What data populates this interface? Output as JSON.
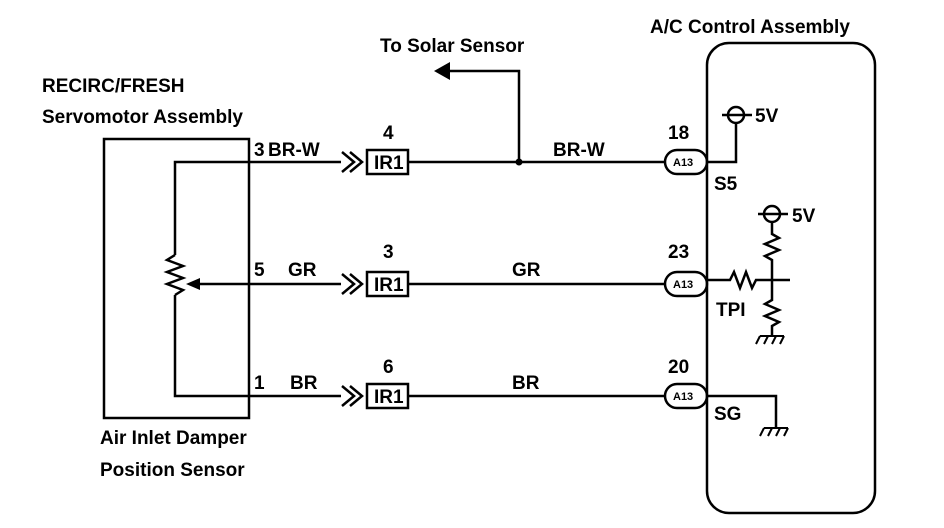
{
  "labels": {
    "solar_sensor": "To Solar Sensor",
    "control_assembly": "A/C Control Assembly",
    "servo_line1": "RECIRC/FRESH",
    "servo_line2": "Servomotor Assembly",
    "sensor_line1": "Air Inlet Damper",
    "sensor_line2": "Position Sensor"
  },
  "wires": [
    {
      "servo_pin": "3",
      "servo_color": "BR-W",
      "conn_pin": "4",
      "conn": "IR1",
      "color": "BR-W",
      "ecu_pin": "18",
      "ecu_conn": "A13",
      "signal": "S5"
    },
    {
      "servo_pin": "5",
      "servo_color": "GR",
      "conn_pin": "3",
      "conn": "IR1",
      "color": "GR",
      "ecu_pin": "23",
      "ecu_conn": "A13",
      "signal": "TPI"
    },
    {
      "servo_pin": "1",
      "servo_color": "BR",
      "conn_pin": "6",
      "conn": "IR1",
      "color": "BR",
      "ecu_pin": "20",
      "ecu_conn": "A13",
      "signal": "SG"
    }
  ],
  "supply": [
    "5V",
    "5V"
  ]
}
